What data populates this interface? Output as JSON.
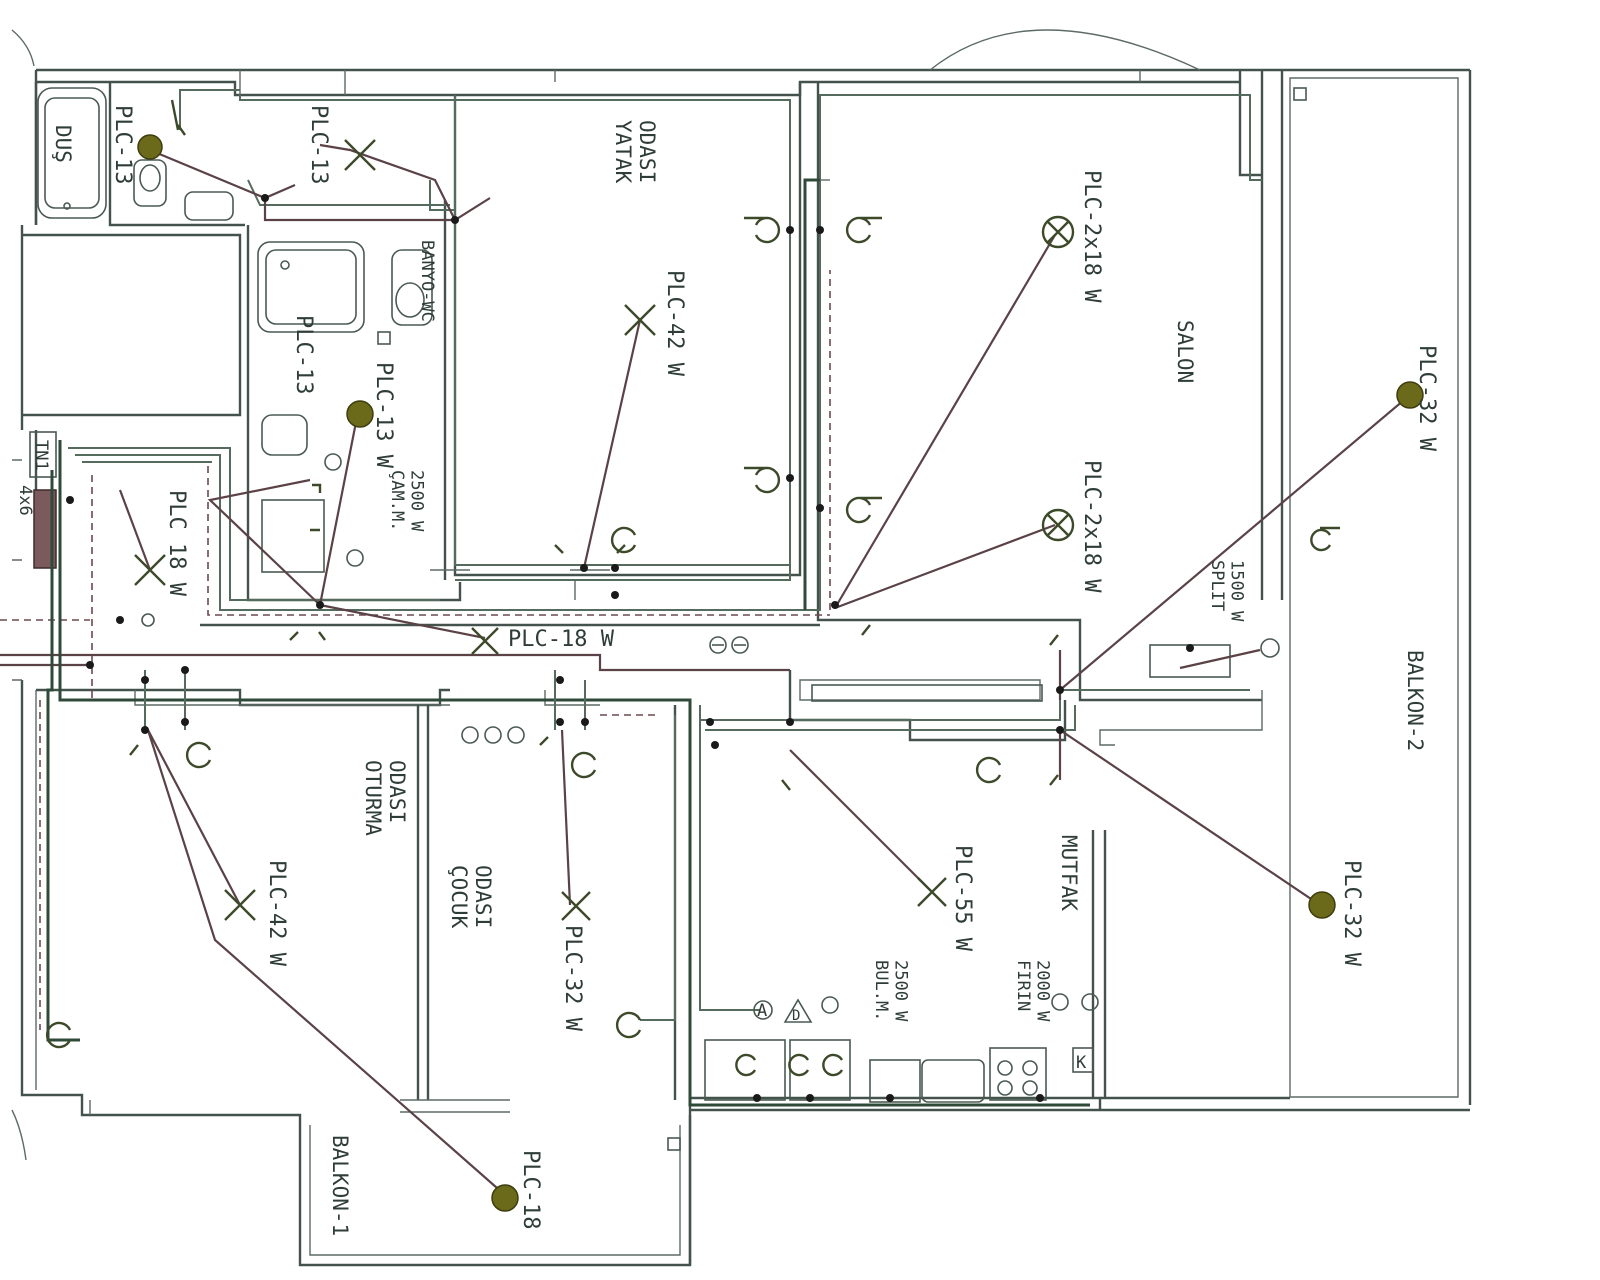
{
  "plan": {
    "rooms": {
      "yatak": "YATAK\nODASI",
      "salon": "SALON",
      "banyo": "BANYO-WC",
      "dus": "DUŞ",
      "oturma": "OTURMA\nODASI",
      "cocuk": "ÇOCUK\nODASI",
      "mutfak": "MUTFAK",
      "balkon1": "BALKON-1",
      "balkon2": "BALKON-2"
    },
    "panel": {
      "tag": "TN1",
      "cable": "4x6"
    },
    "lamps": {
      "plc13_dus": "PLC-13",
      "plc13_wc": "PLC-13",
      "plc13w_banyo": "PLC-13 W",
      "plc42_yatak": "PLC-42 W",
      "plc2x18_a": "PLC-2x18 W",
      "plc2x18_b": "PLC-2x18 W",
      "plc32_salon": "PLC-32 W",
      "plc18_hall": "PLC 18 W",
      "plc18_corr": "PLC-18 W",
      "plc42_oturma": "PLC-42 W",
      "plc32_cocuk": "PLC-32 W",
      "plc55_mutfak": "PLC-55 W",
      "plc32_balkon": "PLC-32 W",
      "plc18_balkon": "PLC-18"
    },
    "appliances": {
      "split": "SPLIT\n1500 W",
      "cam": "ÇAM.M.\n2500 W",
      "bul": "BUL.M.\n2500 W",
      "firin": "FIRIN\n2000 W"
    },
    "markers": {
      "a": "A",
      "d": "D",
      "k": "K"
    }
  }
}
